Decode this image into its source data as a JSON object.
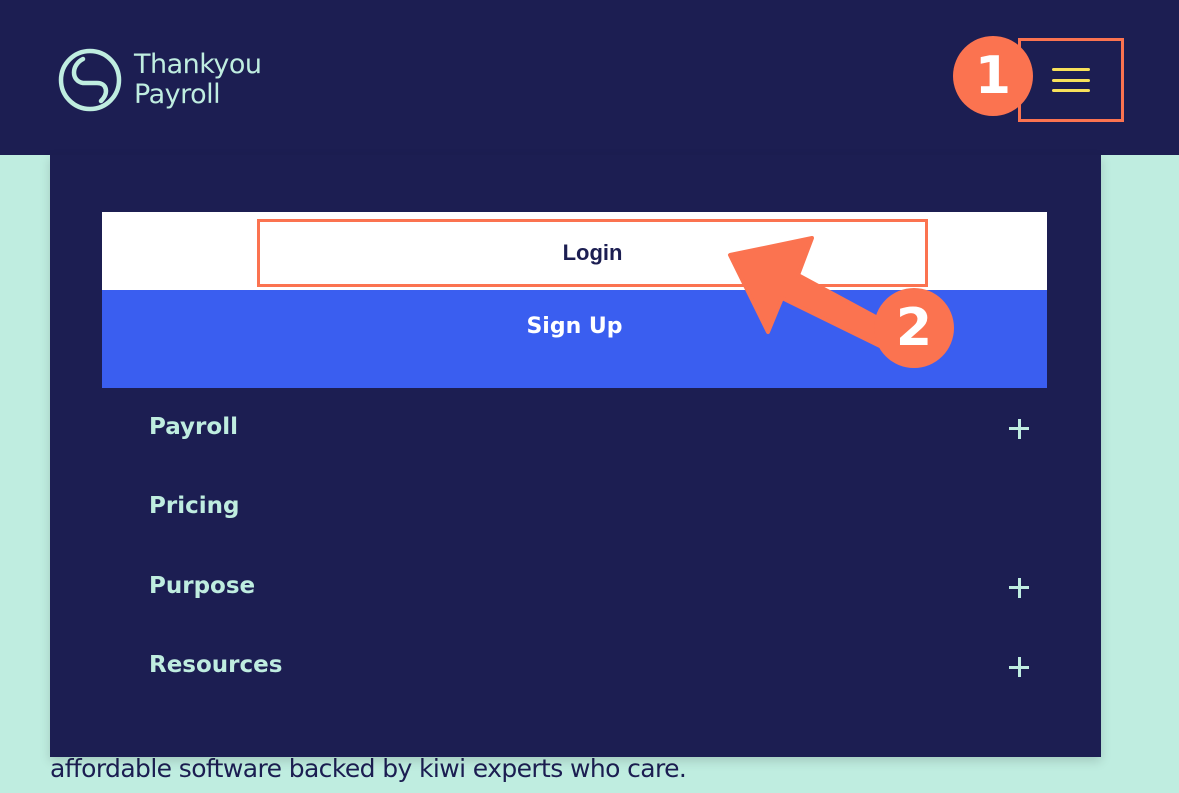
{
  "header": {
    "brand_line1": "Thankyou",
    "brand_line2": "Payroll",
    "menu_icon": "hamburger-icon"
  },
  "annotations": {
    "step1": "1",
    "step2": "2",
    "color": "#fb7350"
  },
  "menu": {
    "login_label": "Login",
    "signup_label": "Sign Up",
    "items": [
      {
        "label": "Payroll",
        "expandable": true
      },
      {
        "label": "Pricing",
        "expandable": false
      },
      {
        "label": "Purpose",
        "expandable": true
      },
      {
        "label": "Resources",
        "expandable": true
      }
    ]
  },
  "page": {
    "tagline": "affordable software backed by kiwi experts who care."
  },
  "colors": {
    "navy": "#1c1e52",
    "mint": "#bfede0",
    "blue": "#3a5ef0",
    "hamburger": "#f7e15a"
  }
}
